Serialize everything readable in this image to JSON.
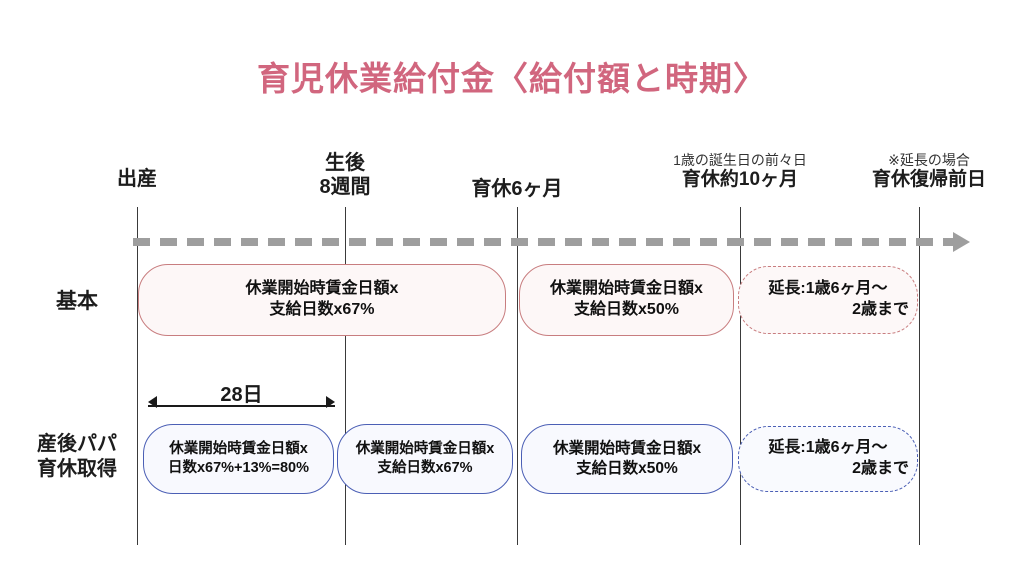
{
  "page": {
    "title": "育児休業給付金〈給付額と時期〉",
    "title_color": "#d1667e",
    "background_color": "#ffffff"
  },
  "colors": {
    "basic_row_accent": "#c87d7f",
    "papa_row_accent": "#4b5fb5",
    "timeline": "#9e9e9e",
    "gridline": "#3a3a3a",
    "text": "#1d1d1d"
  },
  "timeline": {
    "arrow_icon": "right-arrow-icon",
    "markers": [
      {
        "sub": "",
        "main": "出産"
      },
      {
        "sub": "生後",
        "main": "8週間"
      },
      {
        "sub": "",
        "main": "育休6ヶ月"
      },
      {
        "sub": "1歳の誕生日の前々日",
        "main": "育休約10ヶ月"
      },
      {
        "sub": "※延長の場合",
        "main": "育休復帰前日"
      }
    ]
  },
  "rows": [
    {
      "id": "basic",
      "label_lines": [
        "基本"
      ],
      "accent": "#c87d7f",
      "boxes": [
        {
          "id": "basic-67",
          "lines": [
            "休業開始時賃金日額x",
            "支給日数x67%"
          ],
          "style": "solid"
        },
        {
          "id": "basic-50",
          "lines": [
            "休業開始時賃金日額x",
            "支給日数x50%"
          ],
          "style": "solid"
        },
        {
          "id": "basic-ext",
          "lines": [
            "延長:1歳6ヶ月〜",
            "2歳まで"
          ],
          "style": "dashed"
        }
      ]
    },
    {
      "id": "papa",
      "label_lines": [
        "産後パパ",
        "育休取得"
      ],
      "accent": "#4b5fb5",
      "boxes": [
        {
          "id": "papa-80",
          "lines": [
            "休業開始時賃金日額x",
            "日数x67%+13%=80%"
          ],
          "style": "solid"
        },
        {
          "id": "papa-67",
          "lines": [
            "休業開始時賃金日額x",
            "支給日数x67%"
          ],
          "style": "solid"
        },
        {
          "id": "papa-50",
          "lines": [
            "休業開始時賃金日額x",
            "支給日数x50%"
          ],
          "style": "solid"
        },
        {
          "id": "papa-ext",
          "lines": [
            "延長:1歳6ヶ月〜",
            "2歳まで"
          ],
          "style": "dashed"
        }
      ]
    }
  ],
  "measure": {
    "label": "28日",
    "icon": "double-arrow-icon"
  }
}
